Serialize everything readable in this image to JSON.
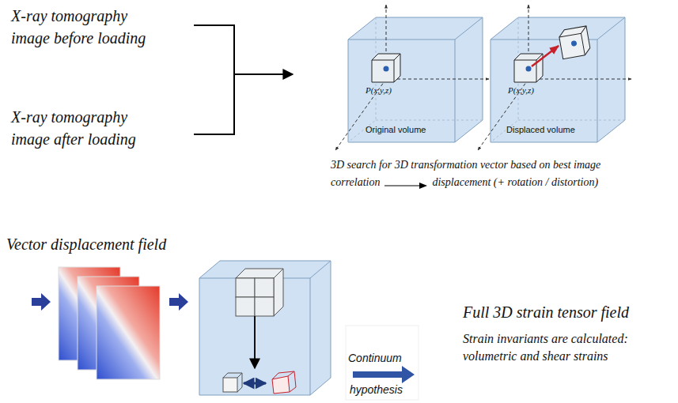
{
  "diagram": {
    "labels": [
      "X-ray tomography image before loading",
      "X-ray tomography image after loading",
      "P(x,y,z)",
      "Original volume",
      "P(x,y,z)",
      "Displaced volume",
      "3D search for 3D transformation vector based on best image correlation",
      "displacement (+ rotation / distortion)",
      "Vector displacement field",
      "Continuum",
      "hypothesis",
      "Full 3D strain tensor field",
      "Strain invariants are calculated: volumetric and shear strains"
    ]
  }
}
